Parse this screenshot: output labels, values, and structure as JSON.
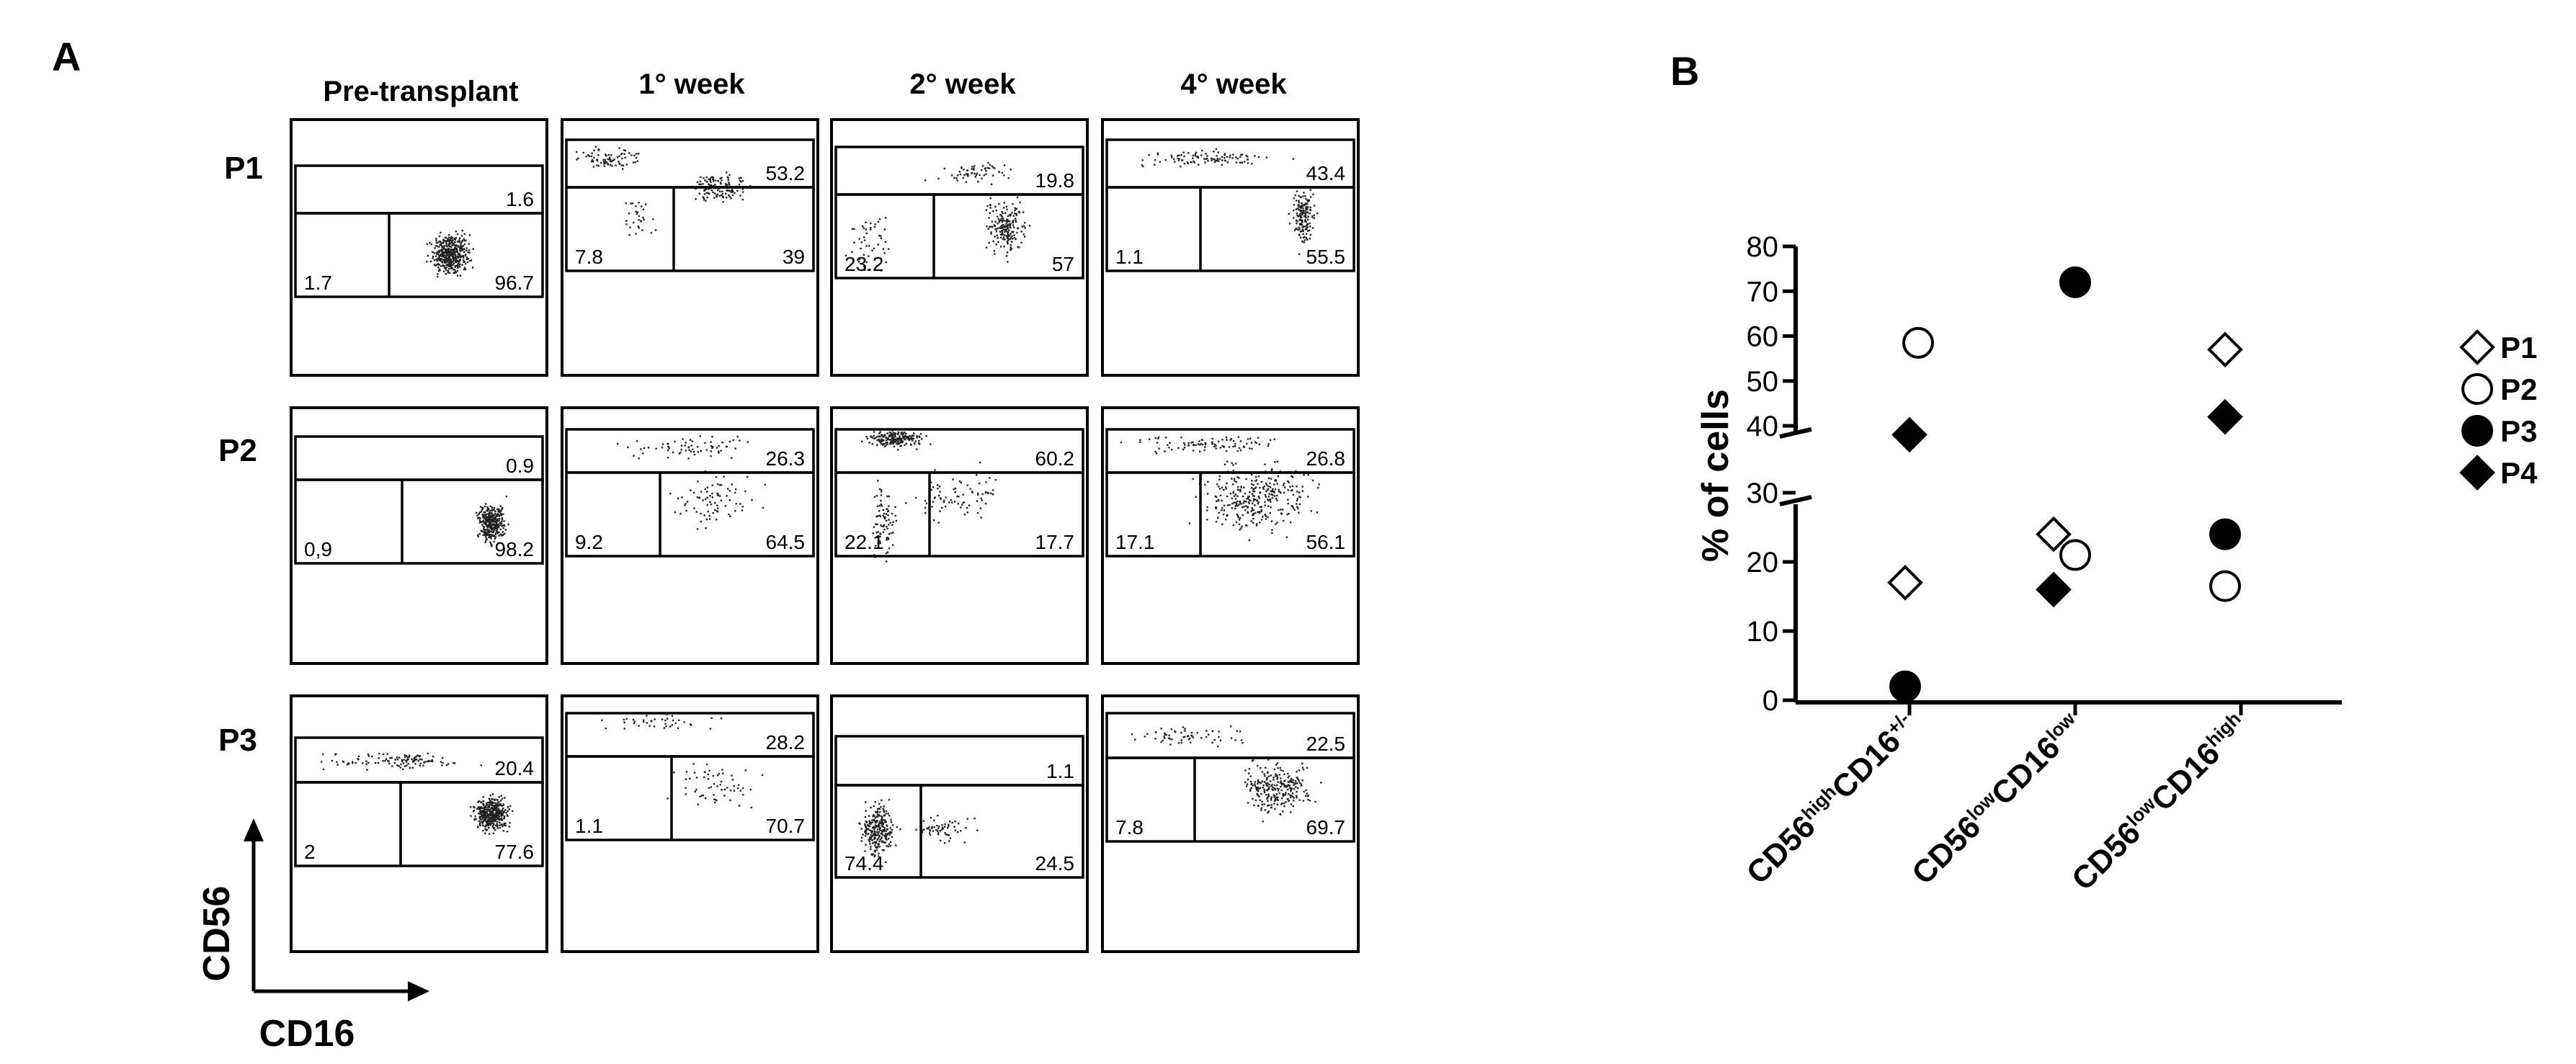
{
  "panel_a": {
    "label": "A",
    "columns": [
      "Pre-transplant",
      "1° week",
      "2° week",
      "4° week"
    ],
    "rows": [
      "P1",
      "P2",
      "P3"
    ],
    "x_axis_label": "CD16",
    "y_axis_label": "CD56",
    "gates": [
      [
        {
          "top": "1.6",
          "left": "1.7",
          "right": "96.7"
        },
        {
          "top": "53.2",
          "left": "7.8",
          "right": "39"
        },
        {
          "top": "19.8",
          "left": "23.2",
          "right": "57"
        },
        {
          "top": "43.4",
          "left": "1.1",
          "right": "55.5"
        }
      ],
      [
        {
          "top": "0.9",
          "left": "0,9",
          "right": "98.2"
        },
        {
          "top": "26.3",
          "left": "9.2",
          "right": "64.5"
        },
        {
          "top": "60.2",
          "left": "22.1",
          "right": "17.7"
        },
        {
          "top": "26.8",
          "left": "17.1",
          "right": "56.1"
        }
      ],
      [
        {
          "top": "20.4",
          "left": "2",
          "right": "77.6"
        },
        {
          "top": "28.2",
          "left": "1.1",
          "right": "70.7"
        },
        {
          "top": "1.1",
          "left": "74.4",
          "right": "24.5"
        },
        {
          "top": "22.5",
          "left": "7.8",
          "right": "69.7"
        }
      ]
    ]
  },
  "chart_data": {
    "type": "scatter",
    "panel_label": "B",
    "ylabel": "% of cells",
    "y_break": {
      "lower": [
        0,
        30
      ],
      "upper": [
        36,
        80
      ]
    },
    "yticks": [
      0,
      10,
      20,
      30,
      40,
      50,
      60,
      70,
      80
    ],
    "categories": [
      {
        "base1": "CD56",
        "sup1": "high",
        "base2": "CD16",
        "sup2": "+/-"
      },
      {
        "base1": "CD56",
        "sup1": "low",
        "base2": "CD16",
        "sup2": "low"
      },
      {
        "base1": "CD56",
        "sup1": "low",
        "base2": "CD16",
        "sup2": "high"
      }
    ],
    "series": [
      {
        "name": "P1",
        "marker": "diamond-open",
        "values": [
          17,
          24,
          57
        ]
      },
      {
        "name": "P2",
        "marker": "circle-open",
        "values": [
          58.5,
          21,
          16.5
        ]
      },
      {
        "name": "P3",
        "marker": "circle-filled",
        "values": [
          2,
          72,
          24
        ]
      },
      {
        "name": "P4",
        "marker": "diamond-filled",
        "values": [
          38,
          16,
          42
        ]
      }
    ],
    "legend_position": "right",
    "colors": {
      "marker": "#000000",
      "background": "#ffffff"
    }
  }
}
